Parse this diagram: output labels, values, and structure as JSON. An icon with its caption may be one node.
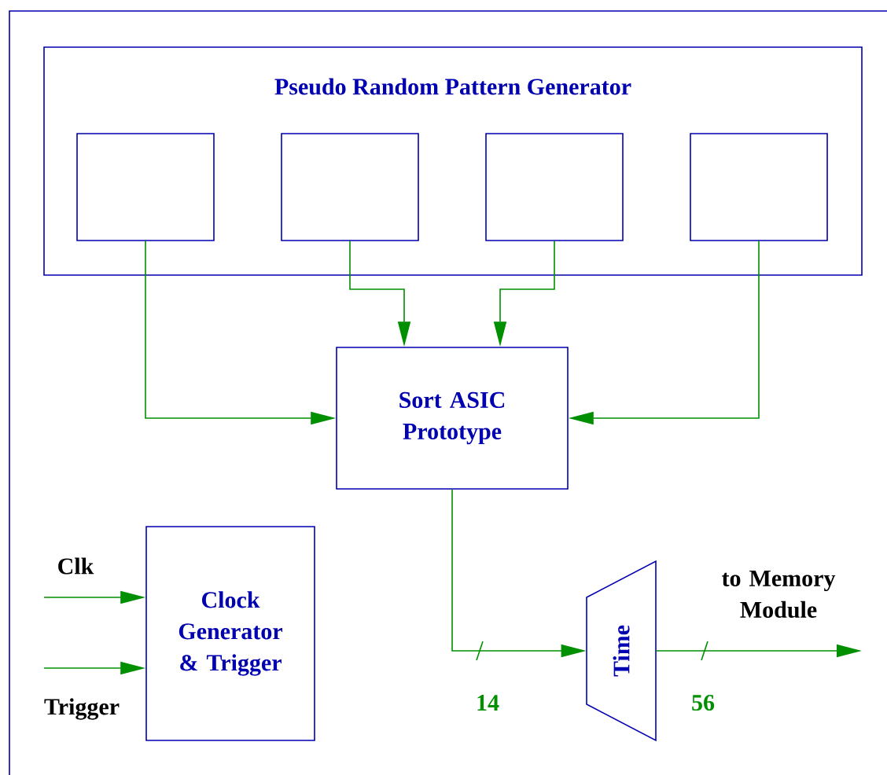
{
  "diagram": {
    "nodes": [
      {
        "text": [
          "Pseudo Random Pattern Generator"
        ]
      },
      {
        "text": [],
        "shape": "box",
        "in": 0
      },
      {
        "text": [],
        "shape": "box",
        "in": 0
      },
      {
        "text": [],
        "shape": "box",
        "in": 0
      },
      {
        "text": [],
        "shape": "box",
        "in": 0
      },
      {
        "text": [
          "Sort ASIC Prototype"
        ]
      },
      {
        "text": [
          "Clock Generator & Trigger"
        ]
      },
      {
        "text": [
          "Time"
        ]
      }
    ],
    "edges": [
      {
        "from": 1,
        "to": 5,
        "arrow": "to"
      },
      {
        "from": 2,
        "to": 5,
        "arrow": "to"
      },
      {
        "from": 3,
        "to": 5,
        "arrow": "to"
      },
      {
        "from": 4,
        "to": 5,
        "arrow": "to"
      },
      {
        "from": 5,
        "to": 7,
        "arrow": "to",
        "label": "14"
      },
      {
        "from": 7,
        "to": null,
        "arrow": "to",
        "label": "56"
      },
      {
        "from": null,
        "to": 6,
        "arrow": "to"
      },
      {
        "from": null,
        "to": 6,
        "arrow": "to"
      }
    ],
    "labels": [
      "Clk",
      "Trigger",
      "to Memory Module"
    ]
  }
}
